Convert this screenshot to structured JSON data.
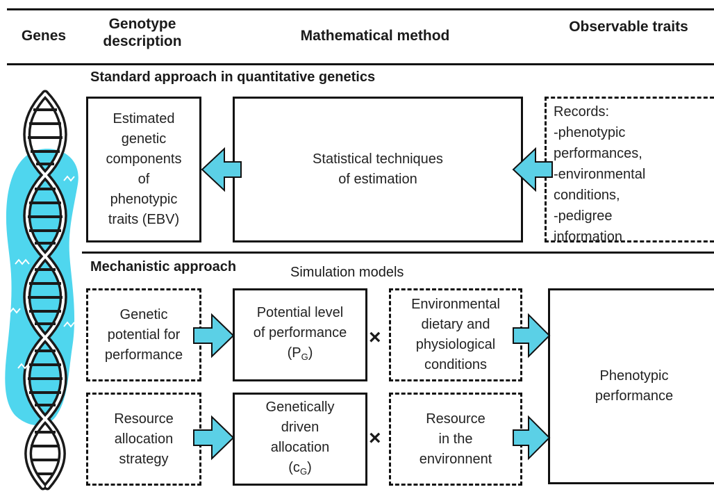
{
  "headers": {
    "genes": "Genes",
    "genotype_description": "Genotype description",
    "mathematical_method": "Mathematical method",
    "observable_traits": "Observable traits"
  },
  "standard": {
    "title": "Standard approach in quantitative genetics",
    "ebv_box": "Estimated\ngenetic\ncomponents\nof\nphenotypic\ntraits (EBV)",
    "stats_box": "Statistical techniques\nof estimation",
    "records_box": "Records:\n-phenotypic\nperformances,\n-environmental\nconditions,\n-pedigree\ninformation"
  },
  "mechanistic": {
    "title": "Mechanistic approach",
    "simulation_label": "Simulation models",
    "genetic_potential_box": "Genetic\npotential for\nperformance",
    "potential_level_box": "Potential level\nof performance",
    "potential_level_symbol": "(P",
    "potential_level_sub": "G",
    "potential_level_close": ")",
    "environmental_box": "Environmental\ndietary and\nphysiological\nconditions",
    "resource_strategy_box": "Resource\nallocation\nstrategy",
    "allocation_box": "Genetically\ndriven\nallocation",
    "allocation_symbol": "(c",
    "allocation_sub": "G",
    "allocation_close": ")",
    "resource_env_box": "Resource\nin the\nenvironnent",
    "phenotypic_box": "Phenotypic\nperformance",
    "multiply_symbol": "×"
  },
  "colors": {
    "arrow_fill": "#5bd0e6",
    "dna_blob": "#4fd6ee",
    "line": "#111111"
  },
  "icons": [
    "dna-helix-icon",
    "arrow-left-icon",
    "arrow-right-icon"
  ]
}
